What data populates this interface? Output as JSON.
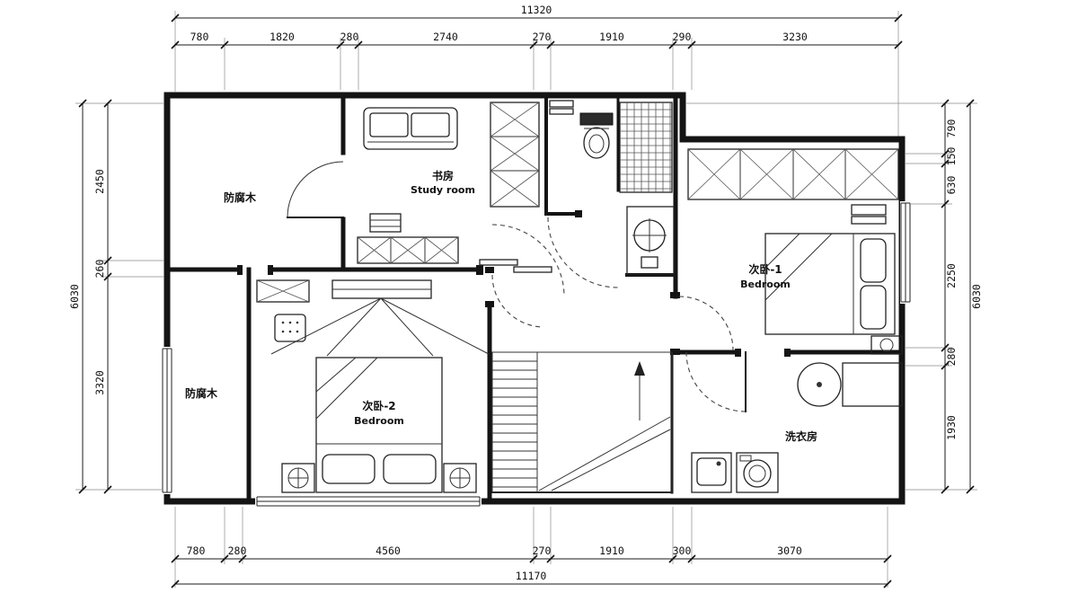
{
  "dimensions": {
    "top": {
      "total": "11320",
      "segments": [
        "780",
        "1820",
        "280",
        "2740",
        "270",
        "1910",
        "290",
        "3230"
      ]
    },
    "bottom": {
      "total": "11170",
      "segments": [
        "780",
        "280",
        "4560",
        "270",
        "1910",
        "300",
        "3070"
      ]
    },
    "left": {
      "total": "6030",
      "segments": [
        "2450",
        "260",
        "3320"
      ]
    },
    "right": {
      "total": "6030",
      "segments": [
        "790",
        "150",
        "630",
        "2250",
        "280",
        "1930"
      ]
    }
  },
  "rooms": {
    "deck_top": {
      "label": "防腐木"
    },
    "study": {
      "label_cn": "书房",
      "label_en": "Study room"
    },
    "bedroom1": {
      "label_cn": "次卧-1",
      "label_en": "Bedroom"
    },
    "deck_bottom": {
      "label": "防腐木"
    },
    "bedroom2": {
      "label_cn": "次卧-2",
      "label_en": "Bedroom"
    },
    "laundry": {
      "label": "洗衣房"
    }
  },
  "colors": {
    "line": "#141414",
    "background": "#ffffff"
  }
}
